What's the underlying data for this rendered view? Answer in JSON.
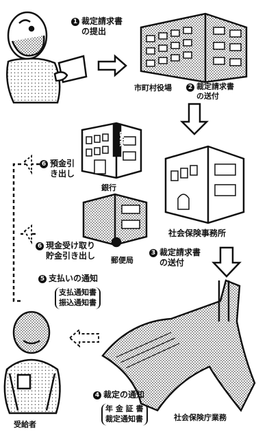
{
  "steps": {
    "s1": {
      "num": "1",
      "lines": [
        "裁定請求書",
        "の提出"
      ]
    },
    "s2": {
      "num": "2",
      "lines": [
        "裁定請求書",
        "の送付"
      ]
    },
    "s3": {
      "num": "3",
      "lines": [
        "裁定請求書",
        "の送付"
      ]
    },
    "s4": {
      "num": "4",
      "text": "裁定の通知",
      "docs": [
        "年 金 証 書",
        "裁定通知書"
      ]
    },
    "s5": {
      "num": "5",
      "text": "支払いの通知",
      "docs": [
        "支払通知書",
        "振込通知書"
      ]
    },
    "s6": {
      "num": "6",
      "lines": [
        "現金受け取り",
        "貯金引き出し"
      ]
    },
    "s7": {
      "num": "6",
      "lines": [
        "預金引",
        "き出し"
      ]
    }
  },
  "places": {
    "municipal": "市町村役場",
    "bank": "銀行",
    "bank_sign": "BANK",
    "post": "郵便局",
    "social_office": "社会保険事務所",
    "agency": "社会保険庁業務",
    "recipient": "受給者"
  }
}
